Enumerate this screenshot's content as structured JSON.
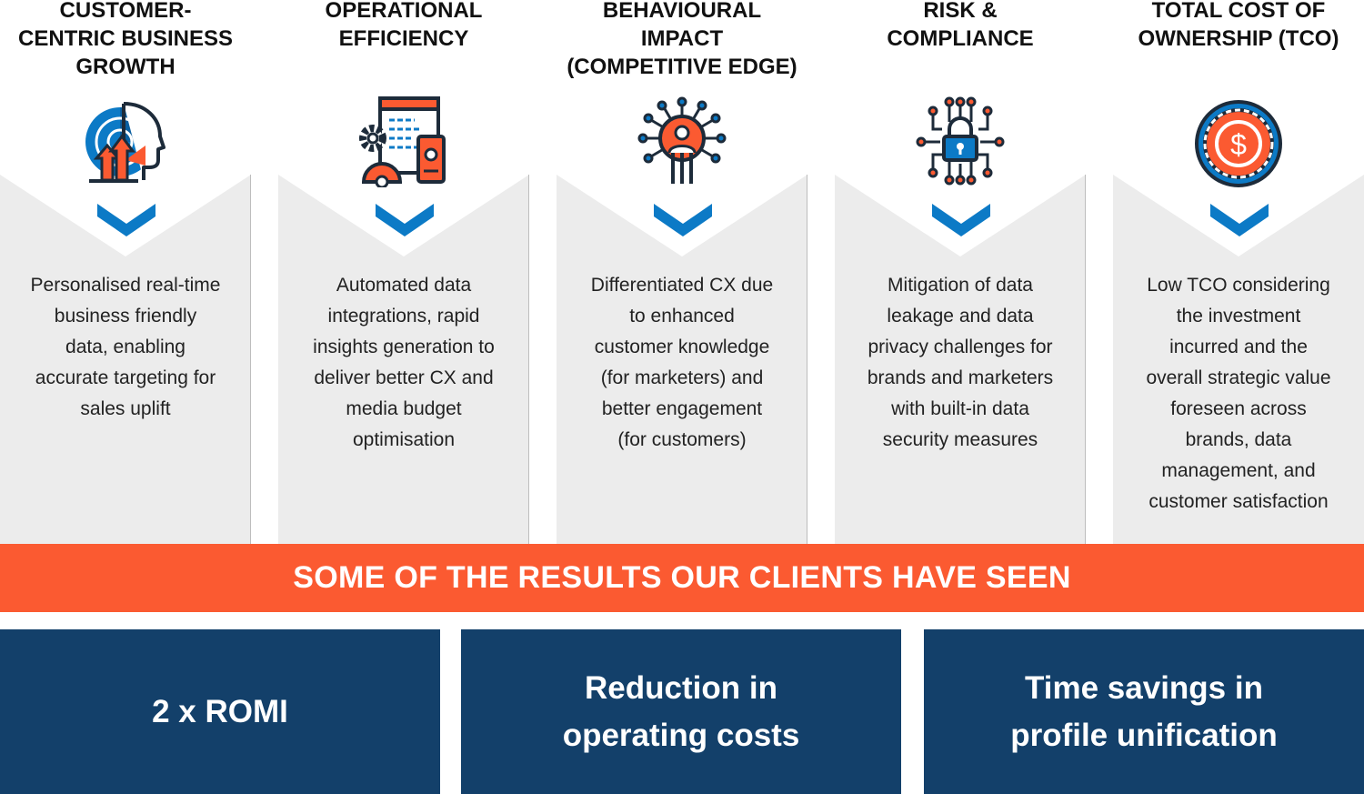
{
  "columns": [
    {
      "title": "CUSTOMER-\nCENTRIC BUSINESS\nGROWTH",
      "icon": "growth-head-icon",
      "description": "Personalised real-time\nbusiness friendly\ndata, enabling\naccurate targeting for\nsales uplift"
    },
    {
      "title": "OPERATIONAL\nEFFICIENCY",
      "icon": "operations-gear-document-icon",
      "description": "Automated data\nintegrations, rapid\ninsights generation to\ndeliver better CX and\nmedia budget\noptimisation"
    },
    {
      "title": "BEHAVIOURAL\nIMPACT\n(COMPETITIVE EDGE)",
      "icon": "network-person-icon",
      "description": "Differentiated CX due\nto enhanced\ncustomer knowledge\n(for marketers) and\nbetter engagement\n(for customers)"
    },
    {
      "title": "RISK &\nCOMPLIANCE",
      "icon": "circuit-lock-icon",
      "description": "Mitigation of data\nleakage and data\nprivacy challenges for\nbrands and marketers\nwith built-in data\nsecurity measures"
    },
    {
      "title": "TOTAL COST OF\nOWNERSHIP (TCO)",
      "icon": "dollar-coin-icon",
      "description": "Low TCO considering\nthe investment\nincurred and the\noverall strategic value\nforeseen across\nbrands, data\nmanagement, and\ncustomer satisfaction"
    }
  ],
  "banner": {
    "text": "SOME OF THE RESULTS OUR CLIENTS HAVE SEEN"
  },
  "results": [
    {
      "text": "2 x ROMI"
    },
    {
      "text": "Reduction in\noperating costs"
    },
    {
      "text": "Time savings in\nprofile unification"
    }
  ],
  "colors": {
    "orange": "#fb5a31",
    "navy": "#13406a",
    "blue": "#0c7ac6",
    "panel_gray": "#ececec"
  }
}
